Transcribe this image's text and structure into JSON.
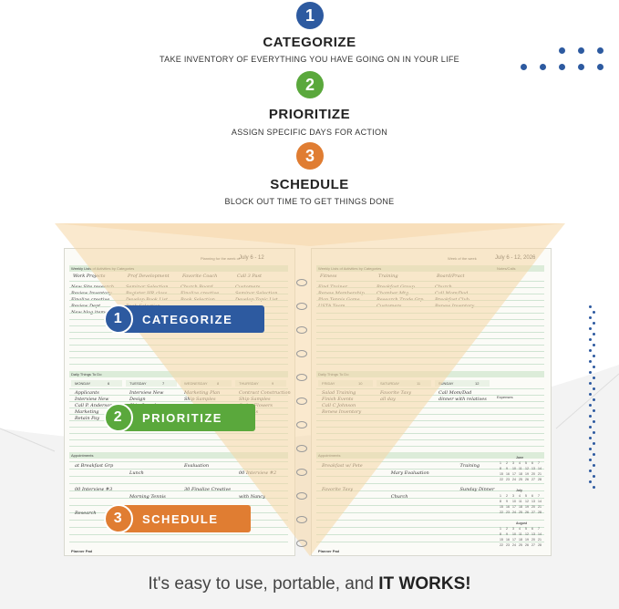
{
  "colors": {
    "blue": "#2d5aa0",
    "green": "#5aa83c",
    "orange": "#e07d32",
    "cone": "#f6d7a6",
    "band": "#dcecd9"
  },
  "steps": [
    {
      "number": "1",
      "title": "CATEGORIZE",
      "subtitle": "TAKE INVENTORY OF EVERYTHING YOU HAVE GOING ON IN YOUR LIFE"
    },
    {
      "number": "2",
      "title": "PRIORITIZE",
      "subtitle": "ASSIGN SPECIFIC DAYS FOR ACTION"
    },
    {
      "number": "3",
      "title": "SCHEDULE",
      "subtitle": "BLOCK OUT TIME TO GET THINGS DONE"
    }
  ],
  "callouts": [
    {
      "number": "1",
      "label": "CATEGORIZE"
    },
    {
      "number": "2",
      "label": "PRIORITIZE"
    },
    {
      "number": "3",
      "label": "SCHEDULE"
    }
  ],
  "planner": {
    "left": {
      "week_label": "Planning for the week of",
      "week_range": "July 6 - 12",
      "section_lists": "Weekly Lists of Activities by Categories",
      "categories": [
        "Work Projects",
        "Prof Development",
        "Favorite Coach",
        "Call 3 Past"
      ],
      "category_items": [
        [
          "New Site research",
          "Review Inventory",
          "Finalize creative",
          "Review Dept",
          "New blog items"
        ],
        [
          "Seminar Selection",
          "Register HR class",
          "Develop Book List",
          "Book Selection"
        ],
        [
          "Church Board",
          "Finalize creative",
          "Book Selection"
        ],
        [
          "Customers",
          "Seminar Selection",
          "Develop Topic List"
        ]
      ],
      "section_daily": "Daily Things To Do",
      "days": [
        "MONDAY",
        "TUESDAY",
        "WEDNESDAY",
        "THURSDAY"
      ],
      "day_numbers": [
        "6",
        "7",
        "8",
        "9"
      ],
      "day_items": [
        [
          "Applicants",
          "Interview New",
          "Call P. Anderson",
          "Marketing",
          "Retain Pay"
        ],
        [
          "Interview New",
          "Design",
          "Ship Samples"
        ],
        [
          "Marketing Plan",
          "Ship Samples"
        ],
        [
          "Contract Construction",
          "Ship Samples",
          "Order Flowers",
          "Pay bills"
        ]
      ],
      "section_appointments": "Appointments",
      "appt_items": [
        "at Breakfast Grp",
        "Lunch",
        "Evaluation",
        "00 Interview #2",
        "00 Interview #3",
        "Morning Tennis",
        "30 Finalize Creative",
        "with Nancy",
        "Research",
        "Fundraiser"
      ],
      "brand": "Planner Pad"
    },
    "right": {
      "week_label": "Week of the week",
      "week_range": "July 6 - 12, 2026",
      "section_lists": "Weekly Lists of Activities by Categories",
      "notes_label": "Notes/Calls",
      "categories": [
        "Fitness",
        "Training",
        "Board/Pract"
      ],
      "category_items": [
        [
          "Find Trainer",
          "Renew Membership",
          "Plan Tennis Game",
          "USTA Team"
        ],
        [
          "Breakfast Group",
          "Chamber Mtg",
          "Research Trade Grp",
          "Customers"
        ],
        [
          "Church",
          "Call Mom/Dad",
          "Breakfast Club",
          "Renew Inventory"
        ]
      ],
      "section_daily": "Daily Things To Do",
      "days": [
        "FRIDAY",
        "SATURDAY",
        "SUNDAY"
      ],
      "day_numbers": [
        "10",
        "11",
        "12"
      ],
      "expenses_label": "Expenses",
      "day_items": [
        [
          "Salad Training",
          "Finish Events",
          "Call C Johnson",
          "Renew Inventory"
        ],
        [
          "Favorite Tavy",
          "all day"
        ],
        [
          "Call Mom/Dad",
          "dinner with relatives"
        ]
      ],
      "section_appointments": "Appointments",
      "appt_items": [
        "Breakfast w/ Pete",
        "Mary Evaluation",
        "Training",
        "Favorite Tavy",
        "Church",
        "Sunday Dinner"
      ],
      "cal_months": [
        "June",
        "July",
        "August"
      ],
      "brand": "Planner Pad"
    }
  },
  "tagline": {
    "prefix": "It's easy to use, portable, and ",
    "emphasis": "IT WORKS!"
  }
}
